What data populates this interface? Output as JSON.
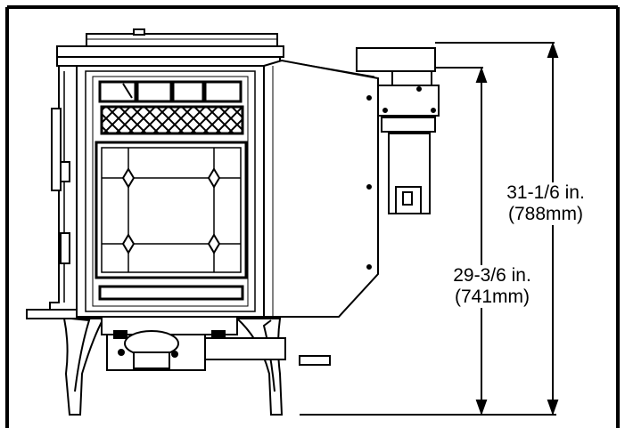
{
  "dimensions": {
    "overall_height": {
      "imperial": "31-1/6 in.",
      "metric": "(788mm)"
    },
    "body_height": {
      "imperial": "29-3/6 in.",
      "metric": "(741mm)"
    }
  },
  "colors": {
    "line": "#000000",
    "background": "#ffffff",
    "panel_fill": "#e6e6e6"
  }
}
